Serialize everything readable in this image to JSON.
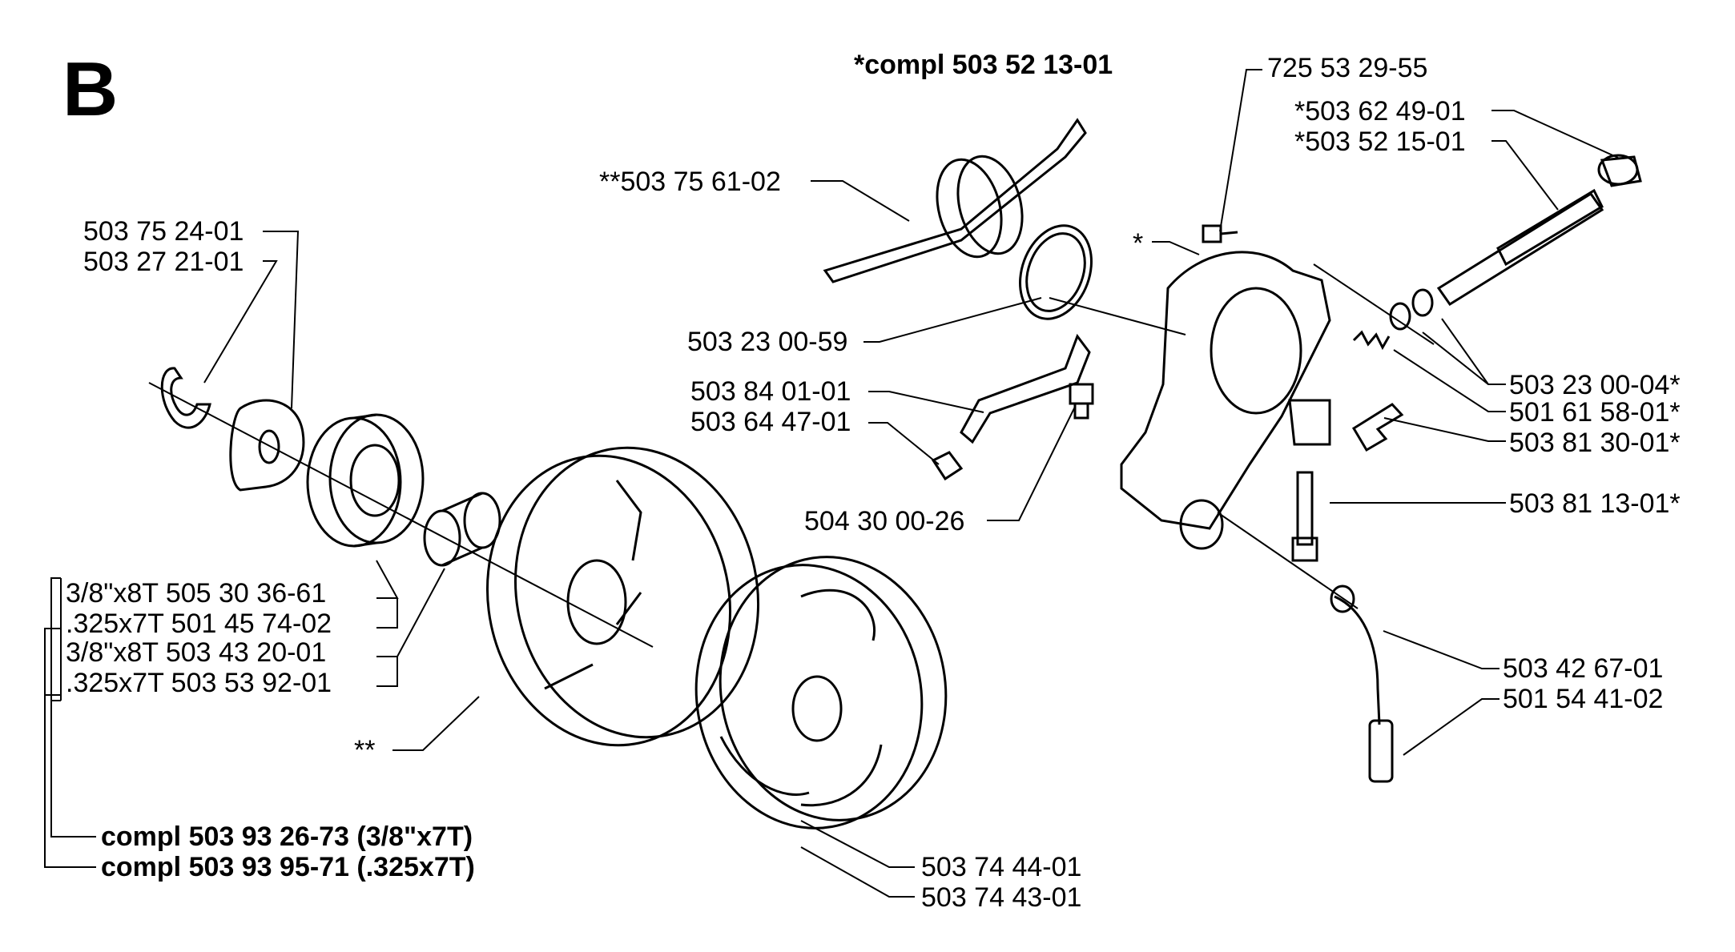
{
  "section_letter": "B",
  "assembly_labels": {
    "pump_kit": "*compl 503 52 13-01",
    "clutch_kit_38": "compl 503 93 26-73 (3/8\"x7T)",
    "clutch_kit_325": "compl 503 93 95-71 (.325x7T)"
  },
  "labels": {
    "p725532955": "725 53 29-55",
    "p503624901": "*503 62 49-01",
    "p503521501": "*503 52 15-01",
    "p503756102": "**503 75 61-02",
    "star": "*",
    "p503752401": "503 75 24-01",
    "p503272101": "503 27 21-01",
    "p503230059": "503 23 00-59",
    "p503840101": "503 84 01-01",
    "p503644701": "503 64 47-01",
    "p503230004": "503 23 00-04*",
    "p501615801": "501 61 58-01*",
    "p503813001": "503 81 30-01*",
    "p504300026": "504 30 00-26",
    "p503811301": "503 81 13-01*",
    "s38_8t_a": "3/8\"x8T 505 30 36-61",
    "s325_7t_a": ".325x7T 501 45 74-02",
    "s38_8t_b": "3/8\"x8T 503 43 20-01",
    "s325_7t_b": ".325x7T 503 53 92-01",
    "p503426701": "503 42 67-01",
    "p501544102": "501 54 41-02",
    "double_star": "**",
    "p503744401": "503 74 44-01",
    "p503744301": "503 74 43-01"
  }
}
